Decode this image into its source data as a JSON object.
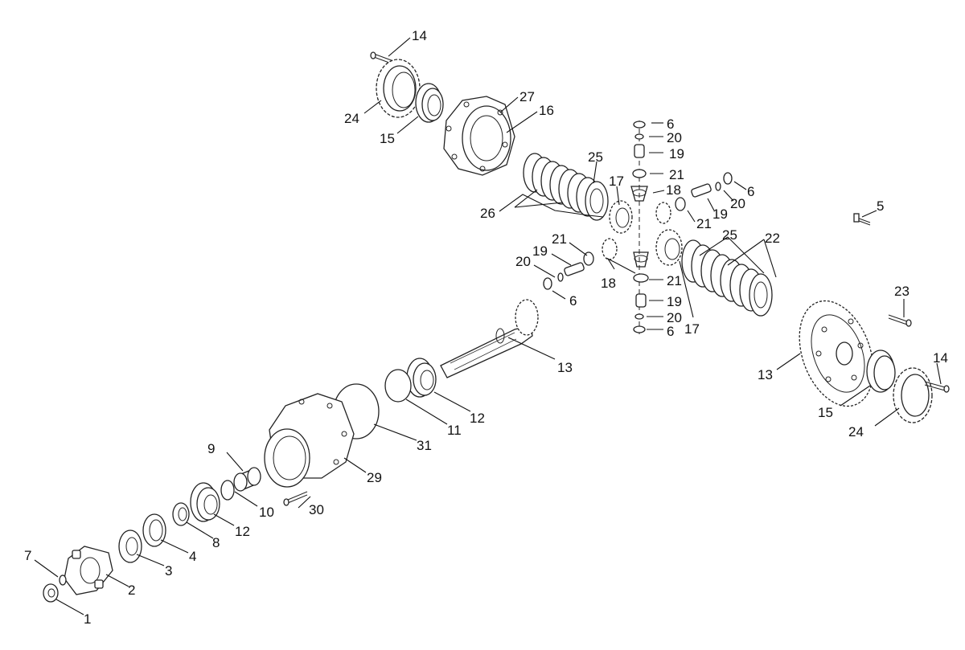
{
  "diagram": {
    "callouts": [
      {
        "id": "c14a",
        "label": "14"
      },
      {
        "id": "c24a",
        "label": "24"
      },
      {
        "id": "c15a",
        "label": "15"
      },
      {
        "id": "c27",
        "label": "27"
      },
      {
        "id": "c16",
        "label": "16"
      },
      {
        "id": "c25a",
        "label": "25"
      },
      {
        "id": "c26",
        "label": "26"
      },
      {
        "id": "c17a",
        "label": "17"
      },
      {
        "id": "c18a",
        "label": "18"
      },
      {
        "id": "c6a",
        "label": "6"
      },
      {
        "id": "c20a",
        "label": "20"
      },
      {
        "id": "c19a",
        "label": "19"
      },
      {
        "id": "c21a",
        "label": "21"
      },
      {
        "id": "c6b",
        "label": "6"
      },
      {
        "id": "c20b",
        "label": "20"
      },
      {
        "id": "c19b",
        "label": "19"
      },
      {
        "id": "c21b",
        "label": "21"
      },
      {
        "id": "c5",
        "label": "5"
      },
      {
        "id": "c21c",
        "label": "21"
      },
      {
        "id": "c19c",
        "label": "19"
      },
      {
        "id": "c20c",
        "label": "20"
      },
      {
        "id": "c6c",
        "label": "6"
      },
      {
        "id": "c18b",
        "label": "18"
      },
      {
        "id": "c21d",
        "label": "21"
      },
      {
        "id": "c19d",
        "label": "19"
      },
      {
        "id": "c20d",
        "label": "20"
      },
      {
        "id": "c6d",
        "label": "6"
      },
      {
        "id": "c25b",
        "label": "25"
      },
      {
        "id": "c22",
        "label": "22"
      },
      {
        "id": "c17b",
        "label": "17"
      },
      {
        "id": "c23",
        "label": "23"
      },
      {
        "id": "c13a",
        "label": "13"
      },
      {
        "id": "c13b",
        "label": "13"
      },
      {
        "id": "c14b",
        "label": "14"
      },
      {
        "id": "c15b",
        "label": "15"
      },
      {
        "id": "c24b",
        "label": "24"
      },
      {
        "id": "c12a",
        "label": "12"
      },
      {
        "id": "c11",
        "label": "11"
      },
      {
        "id": "c31",
        "label": "31"
      },
      {
        "id": "c29",
        "label": "29"
      },
      {
        "id": "c9",
        "label": "9"
      },
      {
        "id": "c10",
        "label": "10"
      },
      {
        "id": "c30",
        "label": "30"
      },
      {
        "id": "c12b",
        "label": "12"
      },
      {
        "id": "c8",
        "label": "8"
      },
      {
        "id": "c4",
        "label": "4"
      },
      {
        "id": "c3",
        "label": "3"
      },
      {
        "id": "c2",
        "label": "2"
      },
      {
        "id": "c7",
        "label": "7"
      },
      {
        "id": "c1",
        "label": "1"
      }
    ]
  }
}
